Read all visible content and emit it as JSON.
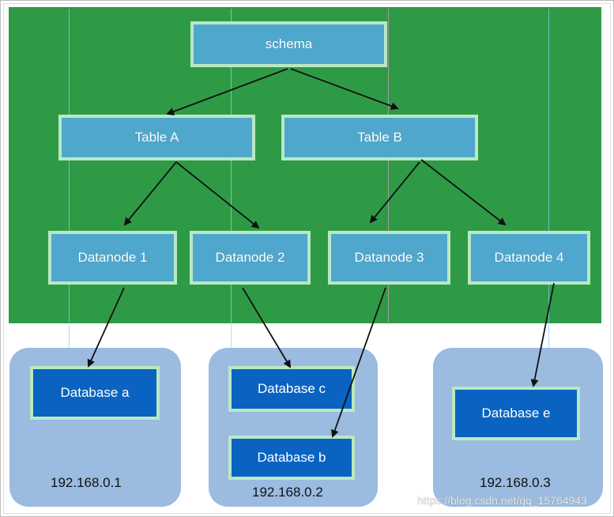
{
  "nodes": {
    "schema": "schema",
    "table_a": "Table A",
    "table_b": "Table B",
    "datanode_1": "Datanode 1",
    "datanode_2": "Datanode 2",
    "datanode_3": "Datanode 3",
    "datanode_4": "Datanode 4"
  },
  "servers": [
    {
      "ip": "192.168.0.1",
      "databases": [
        "Database a"
      ]
    },
    {
      "ip": "192.168.0.2",
      "databases": [
        "Database c",
        "Database b"
      ]
    },
    {
      "ip": "192.168.0.3",
      "databases": [
        "Database e"
      ]
    }
  ],
  "watermark": "https://blog.csdn.net/qq_15764943",
  "colors": {
    "background_green": "#2f9a46",
    "node_fill": "#4fa7cd",
    "node_border": "#b9e8c4",
    "server_fill": "#9bbbe0",
    "database_fill": "#0a63c1"
  }
}
